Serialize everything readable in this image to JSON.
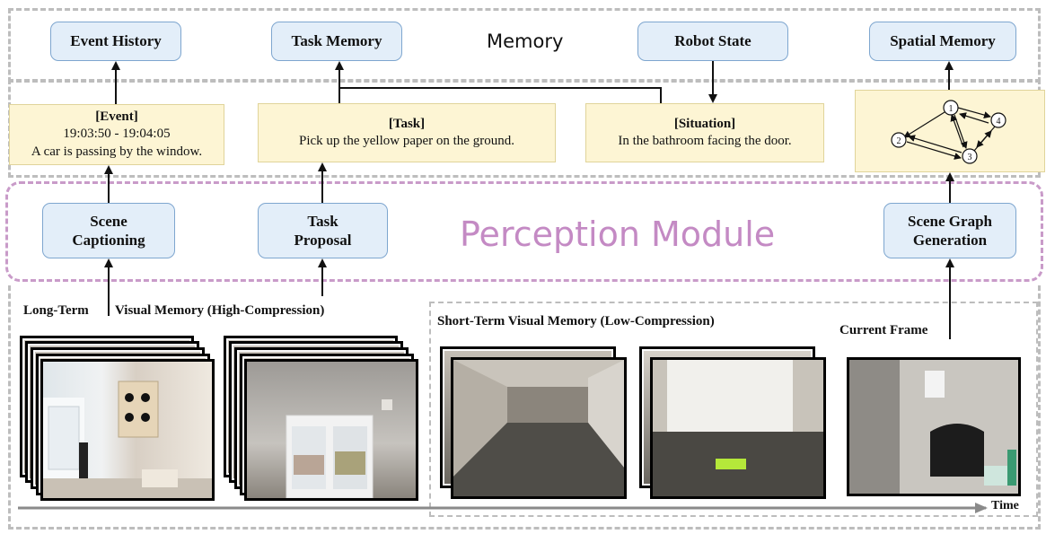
{
  "memory": {
    "title": "Memory",
    "event_history": "Event History",
    "task_memory": "Task Memory",
    "robot_state": "Robot State",
    "spatial_memory": "Spatial Memory"
  },
  "records": {
    "event": {
      "heading": "[Event]",
      "time": "19:03:50 - 19:04:05",
      "text": "A car is passing by the window."
    },
    "task": {
      "heading": "[Task]",
      "text": "Pick up the yellow paper on the ground."
    },
    "situation": {
      "heading": "[Situation]",
      "text": "In the bathroom facing the door."
    },
    "scene_graph_nodes": [
      "1",
      "2",
      "3",
      "4"
    ]
  },
  "perception": {
    "title": "Perception Module",
    "scene_captioning_line1": "Scene",
    "scene_captioning_line2": "Captioning",
    "task_proposal_line1": "Task",
    "task_proposal_line2": "Proposal",
    "scene_graph_line1": "Scene Graph",
    "scene_graph_line2": "Generation"
  },
  "visual": {
    "long_term_part1": "Long-Term",
    "long_term_part2": "Visual Memory (High-Compression)",
    "short_term": "Short-Term Visual Memory (Low-Compression)",
    "current_frame": "Current Frame",
    "time_label": "Time"
  },
  "colors": {
    "module_fill": "#e3eef9",
    "module_border": "#7ea6cf",
    "record_fill": "#fdf5d4",
    "perception_dash": "#c99bc9",
    "perception_text": "#c48ac4",
    "memory_dash": "#bdbdbd"
  }
}
